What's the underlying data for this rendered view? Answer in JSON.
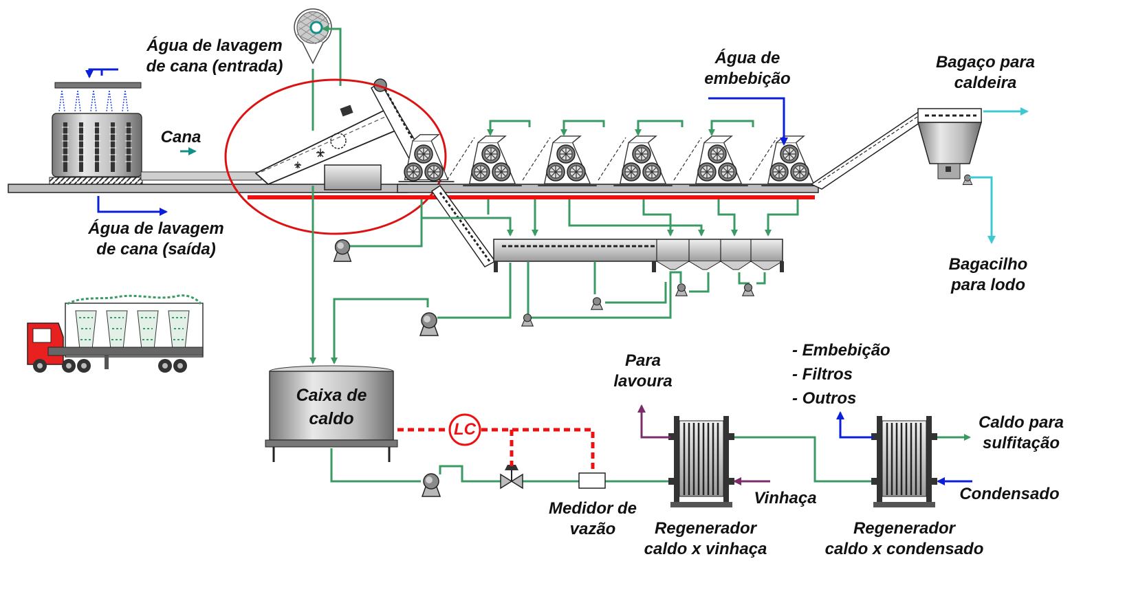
{
  "labels": {
    "agua_lavagem_entrada": [
      "Água de lavagem",
      "de cana (entrada)"
    ],
    "agua_lavagem_saida": [
      "Água de lavagem",
      "de cana (saída)"
    ],
    "cana": "Cana",
    "agua_embebicao": [
      "Água de",
      "embebição"
    ],
    "bagaco_caldeira": [
      "Bagaço para",
      "caldeira"
    ],
    "bagacilho_lodo": [
      "Bagacilho",
      "para lodo"
    ],
    "caixa_caldo": [
      "Caixa de",
      "caldo"
    ],
    "lc": "LC",
    "medidor_vazao": [
      "Medidor de",
      "vazão"
    ],
    "para_lavoura": [
      "Para",
      "lavoura"
    ],
    "vinhaca": "Vinhaça",
    "regenerador_vinhaca": [
      "Regenerador",
      "caldo x vinhaça"
    ],
    "destinos_condensado": [
      "- Embebição",
      "- Filtros",
      "- Outros"
    ],
    "caldo_sulfitacao": [
      "Caldo para",
      "sulfitação"
    ],
    "condensado": "Condensado",
    "regenerador_condensado": [
      "Regenerador",
      "caldo x condensado"
    ]
  },
  "colors": {
    "juice_line": "#3a9a63",
    "water_line": "#0a1fd8",
    "bagasse_line": "#3ec8d2",
    "vinasse_line": "#7a2d6a",
    "control_line": "#ee1111",
    "highlight_ellipse": "#dd1111",
    "equipment_gray": "#9a9a9a"
  },
  "icons": [
    "sprinkler-icon",
    "truck-icon",
    "mill-roller-icon",
    "pump-icon",
    "valve-icon",
    "heat-exchanger-icon",
    "shredder-icon"
  ]
}
